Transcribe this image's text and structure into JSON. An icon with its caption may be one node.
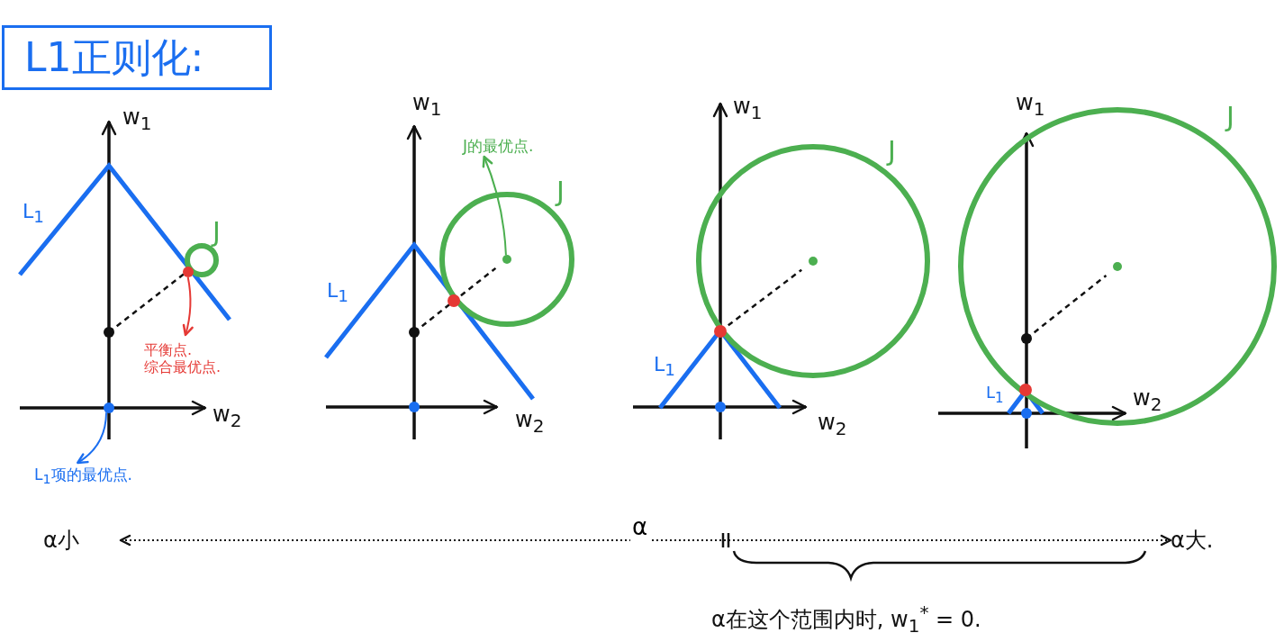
{
  "diagram": {
    "nodes": [
      {
        "text": [
          "L1正则化:"
        ]
      },
      {
        "text": [],
        "shape": "circle"
      },
      {
        "text": [
          "平衡点.",
          "综合最优点."
        ]
      },
      {
        "text": [],
        "shape": "circle"
      },
      {
        "text": [
          "L$_{1}$项的最优点."
        ]
      },
      {
        "text": [],
        "shape": "circle"
      },
      {
        "text": [
          "J的最优点."
        ]
      },
      {
        "text": [
          "α小"
        ]
      },
      {
        "text": [
          "α大."
        ]
      }
    ],
    "edges": [
      {
        "from": 1,
        "to": 2,
        "arrow": "to",
        "color": "#e53935"
      },
      {
        "from": 3,
        "to": 4,
        "arrow": "to",
        "color": "#1a6ef0"
      },
      {
        "from": 5,
        "to": 6,
        "arrow": "to",
        "color": "#4caf50"
      },
      {
        "from": 7,
        "to": 8,
        "arrow": "both",
        "style": "dashed",
        "color": "#111111",
        "label": "α"
      }
    ],
    "labels": [
      "w$_{1}$",
      "L$_{1}$",
      "J",
      "w$_{2}$",
      "w$_{1}$",
      "J",
      "L$_{1}$",
      "w$_{2}$",
      "w$_{1}$",
      "J",
      "L$_{1}$",
      "w$_{2}$",
      "w$_{1}$",
      "J",
      "L$_{1}$",
      "w$_{2}$",
      "α在这个范围内时, w$_{1}$$^{*}$ = 0."
    ]
  }
}
